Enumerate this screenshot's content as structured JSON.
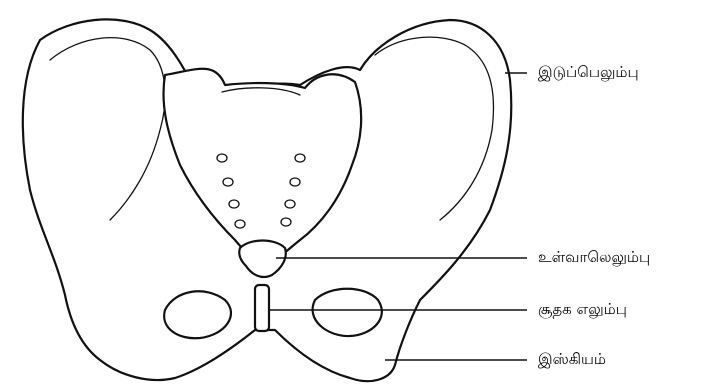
{
  "labels": {
    "ilium": "இடுப்பெலும்பு",
    "coccyx": "உள்வாலெலும்பு",
    "pubic_symphysis": "சூதக எலும்பு",
    "ischium": "இஸ்கியம்"
  }
}
